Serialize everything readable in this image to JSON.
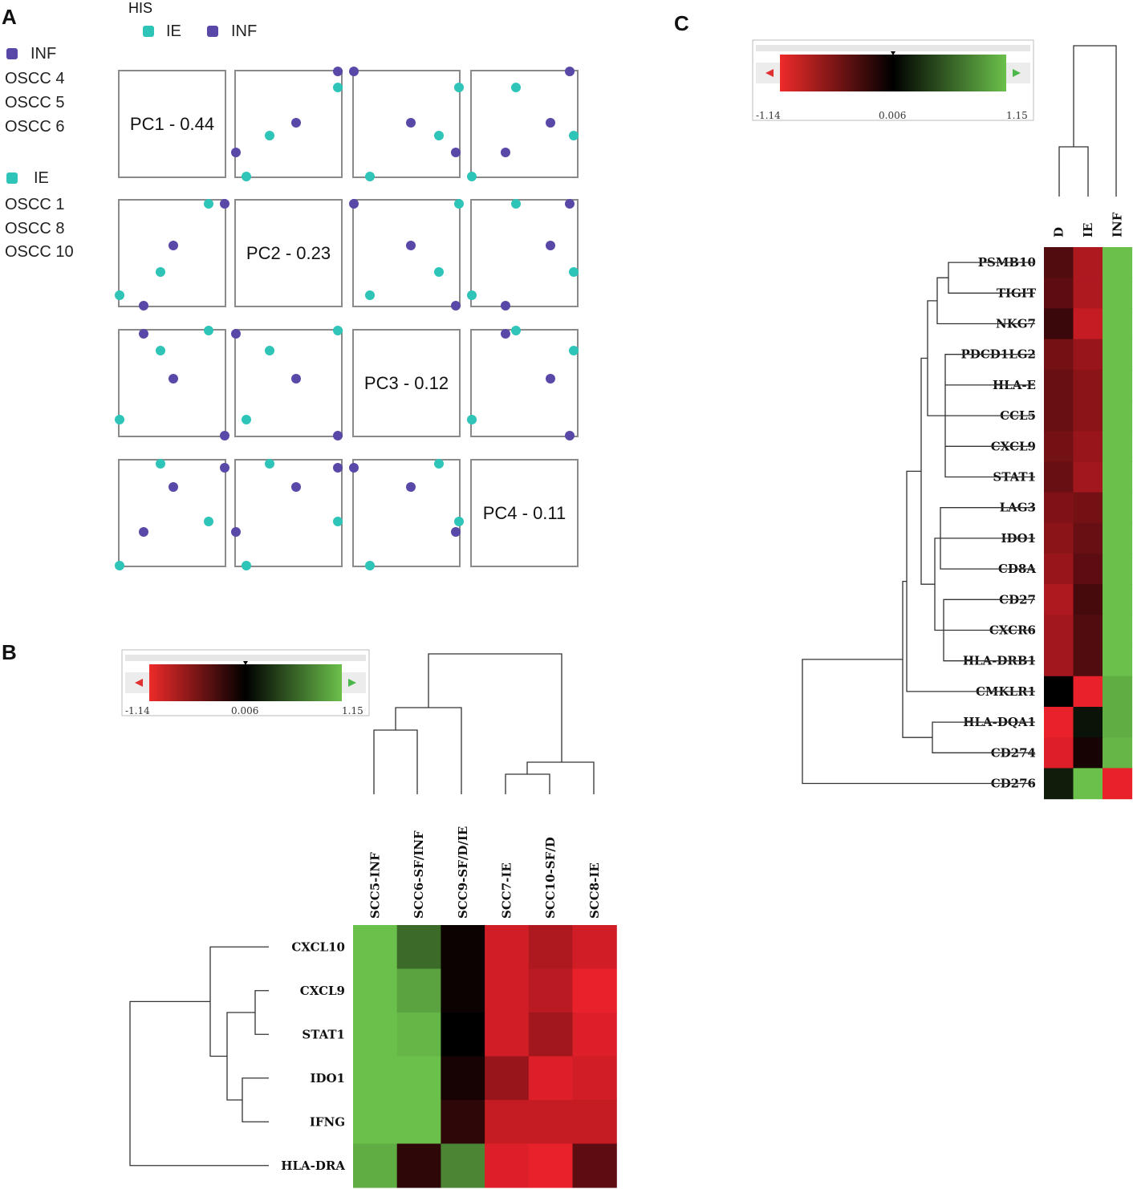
{
  "panels": {
    "a": "A",
    "b": "B",
    "c": "C"
  },
  "legend": {
    "his_title": "HIS",
    "top_ie": "IE",
    "top_inf": "INF",
    "inf_label": "INF",
    "inf_samples": [
      "OSCC 4",
      "OSCC 5",
      "OSCC 6"
    ],
    "ie_label": "IE",
    "ie_samples": [
      "OSCC 1",
      "OSCC 8",
      "OSCC 10"
    ]
  },
  "colors": {
    "ie": "#2ec4b8",
    "inf": "#5a48a8",
    "red": "#e8212a",
    "green": "#6bc04b",
    "black": "#000000"
  },
  "chart_data": [
    {
      "type": "scatter",
      "title": "",
      "subtype": "PCA scatter-plot matrix",
      "diagonal_labels": [
        "PC1 - 0.44",
        "PC2 - 0.23",
        "PC3 - 0.12",
        "PC4 - 0.11"
      ],
      "pc_scores_normalized_0_1": {
        "IE": {
          "PC1": [
            0.0,
            0.39,
            0.85
          ],
          "PC2": [
            0.1,
            0.32,
            0.97
          ],
          "PC3": [
            0.15,
            0.81,
            1.0
          ],
          "PC4": [
            0.0,
            0.97,
            0.42
          ]
        },
        "INF": {
          "PC1": [
            1.0,
            0.51,
            0.23
          ],
          "PC2": [
            0.97,
            0.57,
            0.0
          ],
          "PC3": [
            0.0,
            0.54,
            0.97
          ],
          "PC4": [
            0.93,
            0.75,
            0.32
          ]
        }
      }
    },
    {
      "type": "heatmap",
      "title": "",
      "color_scale": {
        "min": "-1.14",
        "mid": "0.006",
        "max": "1.15"
      },
      "columns": [
        "SCC5-INF",
        "SCC6-SF/INF",
        "SCC9-SF/D/IE",
        "SCC7-IE",
        "SCC10-SF/D",
        "SCC8-IE"
      ],
      "rows": [
        "CXCL10",
        "CXCL9",
        "STAT1",
        "IDO1",
        "IFNG",
        "HLA-DRA"
      ],
      "values": [
        [
          1.0,
          0.55,
          -0.05,
          -0.9,
          -0.75,
          -0.9
        ],
        [
          1.0,
          0.85,
          -0.05,
          -0.9,
          -0.8,
          -1.0
        ],
        [
          1.0,
          0.95,
          0.0,
          -0.9,
          -0.7,
          -0.95
        ],
        [
          1.0,
          1.1,
          -0.1,
          -0.65,
          -0.95,
          -0.9
        ],
        [
          1.0,
          1.0,
          -0.2,
          -0.85,
          -0.85,
          -0.85
        ],
        [
          0.9,
          -0.2,
          0.7,
          -0.95,
          -1.1,
          -0.4
        ]
      ]
    },
    {
      "type": "heatmap",
      "title": "",
      "color_scale": {
        "min": "-1.14",
        "mid": "0.006",
        "max": "1.15"
      },
      "columns": [
        "D",
        "IE",
        "INF"
      ],
      "rows": [
        "PSMB10",
        "TIGIT",
        "NKG7",
        "PDCD1LG2",
        "HLA-E",
        "CCL5",
        "CXCL9",
        "STAT1",
        "LAG3",
        "IDO1",
        "CD8A",
        "CD27",
        "CXCR6",
        "HLA-DRB1",
        "CMKLR1",
        "HLA-DQA1",
        "CD274",
        "CD276"
      ],
      "values": [
        [
          -0.35,
          -0.75,
          1.0
        ],
        [
          -0.4,
          -0.75,
          1.0
        ],
        [
          -0.25,
          -0.85,
          1.0
        ],
        [
          -0.5,
          -0.65,
          1.0
        ],
        [
          -0.45,
          -0.6,
          1.0
        ],
        [
          -0.45,
          -0.6,
          1.0
        ],
        [
          -0.5,
          -0.65,
          1.0
        ],
        [
          -0.45,
          -0.7,
          1.0
        ],
        [
          -0.55,
          -0.5,
          1.0
        ],
        [
          -0.6,
          -0.45,
          1.0
        ],
        [
          -0.65,
          -0.4,
          1.0
        ],
        [
          -0.75,
          -0.3,
          1.0
        ],
        [
          -0.7,
          -0.35,
          1.0
        ],
        [
          -0.7,
          -0.35,
          1.0
        ],
        [
          0.0,
          -1.0,
          0.9
        ],
        [
          -1.0,
          0.1,
          0.9
        ],
        [
          -0.95,
          -0.1,
          0.95
        ],
        [
          0.15,
          1.0,
          -1.0
        ]
      ]
    }
  ]
}
